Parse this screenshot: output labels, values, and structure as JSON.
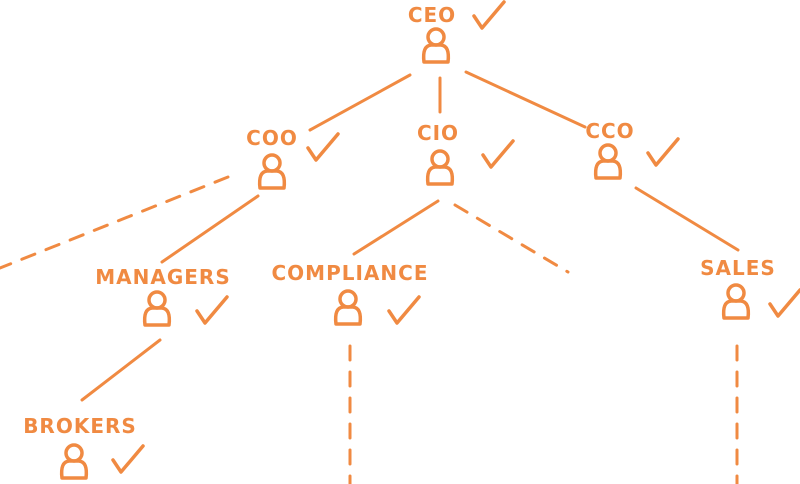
{
  "colors": {
    "accent": "#f08a42"
  },
  "nodes": [
    {
      "id": "ceo",
      "label": "CEO",
      "checked": true
    },
    {
      "id": "coo",
      "label": "COO",
      "checked": true
    },
    {
      "id": "cio",
      "label": "CIO",
      "checked": true
    },
    {
      "id": "cco",
      "label": "CCO",
      "checked": true
    },
    {
      "id": "managers",
      "label": "MANAGERS",
      "checked": true
    },
    {
      "id": "compliance",
      "label": "COMPLIANCE",
      "checked": true
    },
    {
      "id": "sales",
      "label": "SALES",
      "checked": true
    },
    {
      "id": "brokers",
      "label": "BROKERS",
      "checked": true
    }
  ],
  "edges": [
    {
      "from": "ceo",
      "to": "coo",
      "style": "solid"
    },
    {
      "from": "ceo",
      "to": "cio",
      "style": "solid"
    },
    {
      "from": "ceo",
      "to": "cco",
      "style": "solid"
    },
    {
      "from": "coo",
      "to": "managers",
      "style": "solid"
    },
    {
      "from": "cio",
      "to": "compliance",
      "style": "solid"
    },
    {
      "from": "cco",
      "to": "sales",
      "style": "solid"
    },
    {
      "from": "managers",
      "to": "brokers",
      "style": "solid"
    },
    {
      "from": "coo",
      "to": null,
      "style": "dashed"
    },
    {
      "from": "cio",
      "to": null,
      "style": "dashed"
    },
    {
      "from": "compliance",
      "to": null,
      "style": "dashed"
    },
    {
      "from": "sales",
      "to": null,
      "style": "dashed"
    }
  ]
}
